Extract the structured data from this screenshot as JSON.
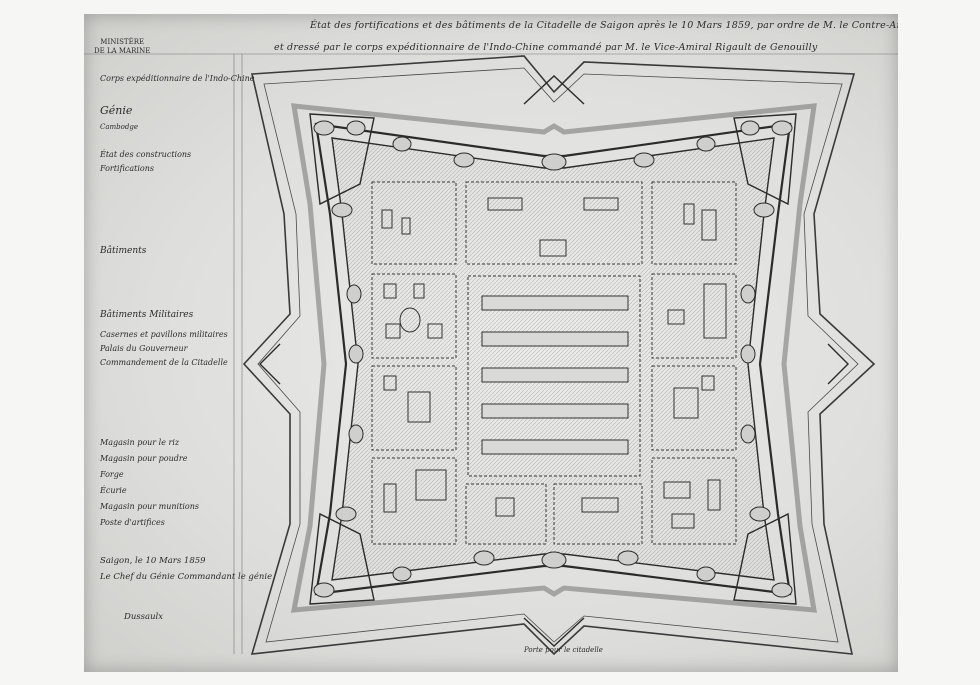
{
  "map": {
    "title_line1": "État des fortifications et des bâtiments de la Citadelle de Saigon après le 10 Mars 1859, par ordre de M. le Contre-Amiral Rigault de Genouilly",
    "title_line2": "et dressé par le corps expéditionnaire de l'Indo-Chine commandé par M. le Vice-Amiral Rigault de Genouilly",
    "ministry": [
      "MINISTÈRE",
      "DE LA MARINE"
    ],
    "sidebar": {
      "heading": "Corps expéditionnaire de l'Indo-Chine",
      "service": "Génie",
      "sub": "Cambodge",
      "notes": [
        "État des constructions",
        "Fortifications",
        "Bâtiments",
        "Bâtiments Militaires",
        "Casernes et pavillons militaires",
        "Palais du Gouverneur",
        "Commandement de la Citadelle"
      ],
      "legend_items": [
        "Magasin pour le riz",
        "Magasin pour poudre",
        "Forge",
        "Écurie",
        "Magasin pour munitions",
        "Poste d'artifices"
      ]
    },
    "signature_line1": "Saigon, le 10 Mars 1859",
    "signature_line2": "Le Chef du Génie Commandant le génie",
    "signature_name": "Dussaulx",
    "bottom_label": "Porte pour le citadelle",
    "colors": {
      "paper": "#e6e6e4",
      "ink": "#2b2b2b",
      "frame": "#f6f6f4"
    }
  }
}
